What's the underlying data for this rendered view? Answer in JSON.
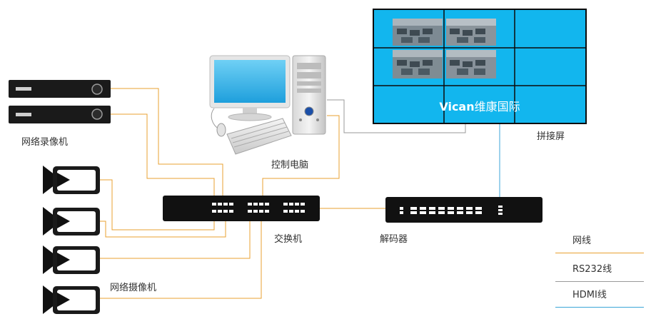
{
  "labels": {
    "nvr": "网络录像机",
    "cameras": "网络摄像机",
    "pc": "控制电脑",
    "switch": "交换机",
    "decoder": "解码器",
    "videowall": "拼接屏"
  },
  "videowall": {
    "brand_bold": "Vican",
    "brand_rest": "维康国际",
    "screen_color": "#12B6EE"
  },
  "legend": [
    {
      "label": "网线",
      "color": "#E8A030"
    },
    {
      "label": "RS232线",
      "color": "#999999"
    },
    {
      "label": "HDMI线",
      "color": "#3BA5D8"
    }
  ],
  "icons": [
    "nvr-icon",
    "camera-icon",
    "computer-icon",
    "switch-icon",
    "decoder-icon",
    "video-wall-icon"
  ]
}
